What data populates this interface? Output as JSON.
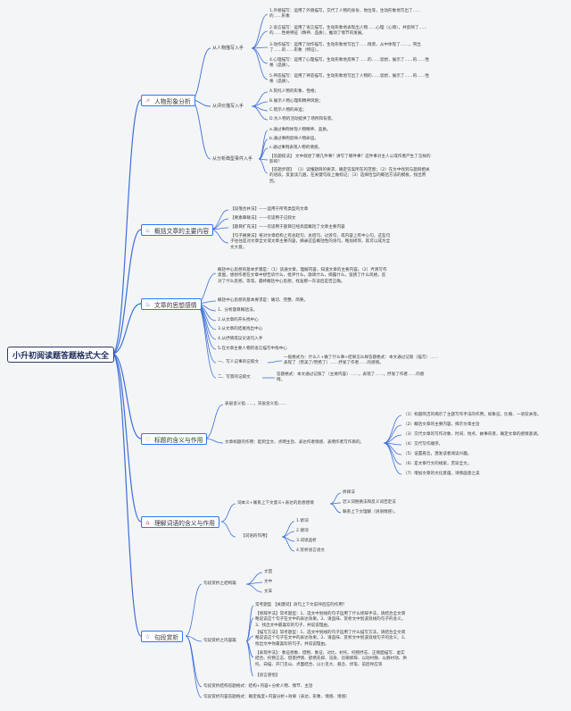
{
  "root": "小升初阅读题答题格式大全",
  "colors": {
    "line": "#3b6fd9",
    "topic_border": "#2d76ff",
    "root_border": "#2b3a66"
  },
  "topics": [
    {
      "label": "人物形象分析",
      "icon": "chart-icon"
    },
    {
      "label": "概括文章的主要内容",
      "icon": "flame-icon"
    },
    {
      "label": "文章的思想感情",
      "icon": "flame-icon"
    },
    {
      "label": "标题的含义与作用",
      "icon": "heart-icon"
    },
    {
      "label": "理解词语的含义与作用",
      "icon": "home-icon"
    },
    {
      "label": "句段赏析",
      "icon": "star-icon"
    }
  ],
  "t1": {
    "a": "从人物描写入手",
    "a_items": [
      "1.外貌描写：运用了外貌描写，交代了人物的身份、地位等，生动形象地写出了……的……形象",
      "2.语言描写：运用了语言描写，生动形象地表现出人物……心理（心情），并反映了……的……性格特征（精神、品质），推动了情节的发展。",
      "3.动作描写：运用了动作描写，生动形象地写出了……情景，从中体现了……，突出了……的……形象（特征）。",
      "4.心理描写：运用了心理描写，生动形象地反映了……的……思想，展示了……的……性格（品质）。",
      "5.神态描写：运用了神态描写，生动形象地写出了人物的……思想，展示了……的……性格（品质）。"
    ],
    "b": "从评价描写入手",
    "b_items": [
      "A.刻托人物的形象、性格；",
      "B.展示人物心理和精神风貌；",
      "C.暗示人物的命运；",
      "D.为人物的活动提供了场所和背景。"
    ],
    "c": "从分析典型事件入手",
    "c_items": [
      "a.通过事例体现人物精神、品质。",
      "b.通过事例反映人物命运。",
      "c.通过事例表现人物的情感。",
      "【答题技法】 文中叙述了哪几件事？讲写了哪件事？这件事对主人公或作者产生了怎样的影响？",
      "【答题步骤】 （1）读懂题目的要求，确定答案所在的范围；（2）在文中找到与题目相关的语段，反复读几遍，在关键句段上做标记；（3）选择恰当的概括方法的模板，找出原因。"
    ]
  },
  "t2": {
    "items": [
      "【段落合并法】——运用于所有类型的文章",
      "【要素串联法】——仅适用于记叙文",
      "【题目扩充法】——仅适用于题目已经高度概括了文章主要内容",
      "【句子摘要法】将对文章结构上有总起句、总结句、过渡句，或内容上有中心句，这些句子往往是对文章全文或文章主要内容，摘录这些概括性的语句，略加修饰，就可以成为全文大意。"
    ]
  },
  "t3": {
    "intro": "概括中心思想的基本步骤是：（1）读通文章，理解内容，知道文章的主要内容。（2）弄清写作意图，想想作者在文章中想告诉什么，批评什么，歌颂什么，揭露什么，弦扬了什么风格，反对了什么思想，等等。最终概括中心思想，找准那一东谈后是否正确。",
    "req": "概括中心思想的基本要求是：确切、完整、简要。",
    "methods": [
      "1、分析题目概括法。",
      "2.从文章的开头找中心",
      "3.从文章的结尾找出中心",
      "4.从抒情或议论语句入手",
      "5.在文章主要人物的语言描写中找中心"
    ],
    "a": "一、写人记事的记叙文",
    "a_text": "一般格式为：什么人+做了什么事+结果怎么样答题格式：本文通过记叙（描写）……表现了（赞美了/赞扬了）……抒发了作者……的感情。",
    "b": "二、写景的记叙文",
    "b_text": "答题格式：本文通过记叙了（主要内容）……，表现了……，抒发了作者……的感情。"
  },
  "t4": {
    "a": "表层含义指……，深层含义指……",
    "b": "文章标题的作用：起到全文、点明主旨、表达作者情感、表明作者写作目的。",
    "items": [
      "（1）标题简洁的揭示了主题写作手法的作用，如象征、比喻、一语双关等。",
      "（2）概括文章的主要内容，揭示文章主旨",
      "（3）交代文章的写作对象、时间、地点、故事背景，确定文章的感情基调。",
      "（4）交代写作顺序。",
      "（5）设置悬念，激发读者阅读兴趣。",
      "（6）是文章行文的线索，贯穿全文。",
      "（7）增加文章的文化意蕴，诗情画意之美"
    ]
  },
  "t5": {
    "a": "词本义+联系上下文意义+表达的思想感情",
    "a_items": [
      "拆择法",
      "近义词替换法和反义词否定法",
      "联系上下文理解（语语情感）。"
    ],
    "b": "【词语的作用】",
    "b_items": [
      "1.修词",
      "2.德词",
      "3.词语品析",
      "4.赏析语言语文"
    ]
  },
  "t6": {
    "a": "句段赏析之结构篇",
    "a_items": [
      "文首",
      "文中",
      "文末"
    ],
    "b": "句段赏析之内容篇",
    "b_items": [
      "常考题型 【关键词】语句上下文前呼后应的作用？",
      "【修辞手法】常考题型：1、选文中划线的句子运用了什么修辞手法，请结合全文简略说说这个句子在文中的表达效果。2、请品味、赏析文中划波浪线的句子的含义。3、找出文中最喜欢的句子，并说说理由。",
      "【描写方法】常考题型：1、选文中划线的句子运用了什么描写方法，请结合全文简略说说这个句子在文中的表达效果。2、请品味、赏析文中划波浪线句子的含义。3、找出文中你最喜欢的句子，并说说理由。",
      "【表现手法】：象征想象、借物、象征、对比、衬托、托物抒志、正侧面描写、虚实结合、托物言志、借景抒情、欲扬先抑、渲染、比喻修辞、以动衬静、以静衬动、烘托、白描、开门见山、点面结合、以小见大、悬念、伏笔、前后呼应等",
      "【语言感悟】"
    ],
    "c": "句段赏析结构答题格式：结构+内容+分析人物、情节、主旨",
    "d": "句段赏析内容答题格式：确定角度+内容分析+效果（表达、形象、情感、情感）"
  }
}
